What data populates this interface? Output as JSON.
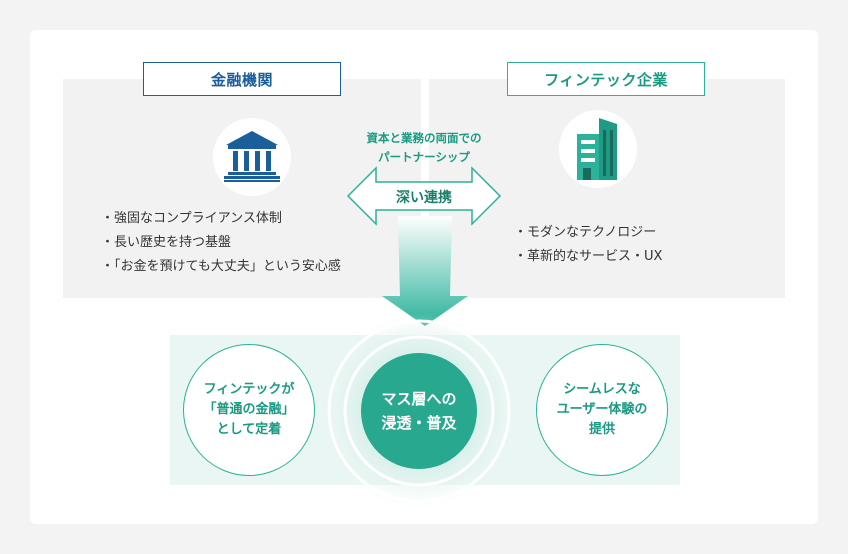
{
  "bank": {
    "title": "金融機関",
    "icon": "bank-building-icon",
    "bullets": [
      "強固なコンプライアンス体制",
      "長い歴史を持つ基盤",
      "「お金を預けても大丈夫」という安心感"
    ]
  },
  "fintech": {
    "title": "フィンテック企業",
    "icon": "office-building-icon",
    "bullets": [
      "モダンなテクノロジー",
      "革新的なサービス・UX"
    ]
  },
  "partnership": {
    "caption": "資本と業務の両面での\nパートナーシップ",
    "label": "深い連携"
  },
  "outcomes": {
    "left": "フィンテックが\n「普通の金融」\nとして定着",
    "center": "マス層への\n浸透・普及",
    "right": "シームレスな\nユーザー体験の\n提供"
  },
  "colors": {
    "bank_blue": "#1a5e9a",
    "teal": "#2ab29a",
    "teal_dark": "#1a9a82",
    "center_fill": "#28a88f"
  }
}
